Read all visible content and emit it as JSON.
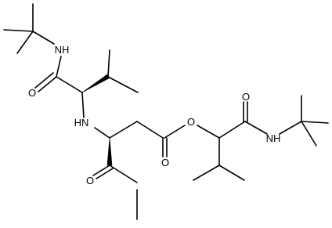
{
  "molecule": {
    "labels": {
      "nh_top": "NH",
      "o_amide_top": "O",
      "hn_central": "HN",
      "o_ester_double": "O",
      "o_ester_methyl": "O",
      "o_ester_bridge": "O",
      "o_amide_right": "O",
      "nh_right": "NH"
    },
    "colors": {
      "bond": "#000000",
      "text": "#000000",
      "background": "#ffffff"
    }
  }
}
